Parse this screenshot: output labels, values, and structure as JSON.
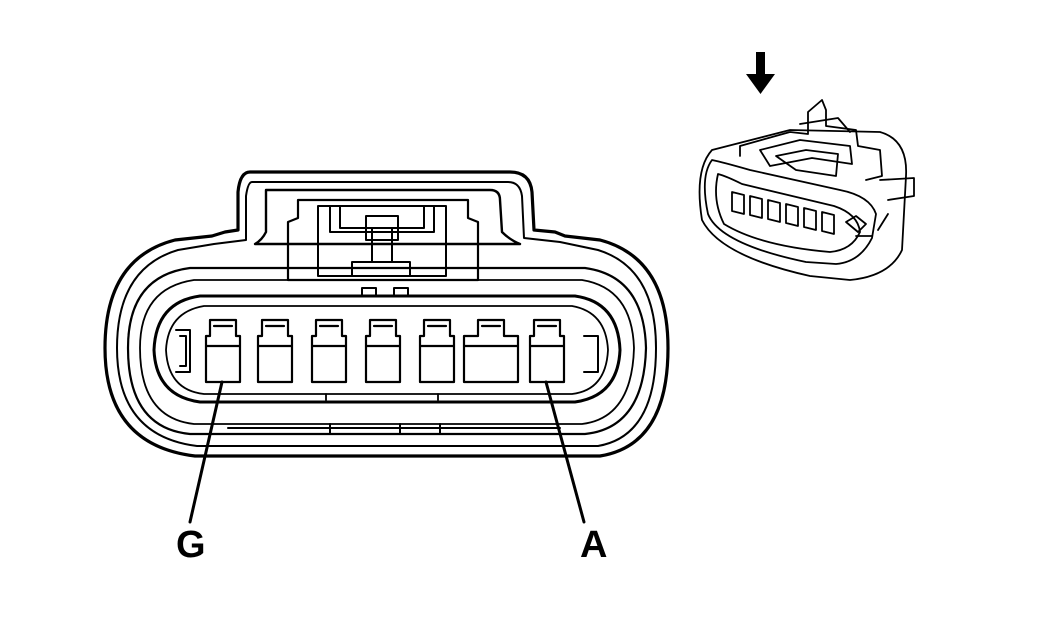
{
  "diagram": {
    "type": "connector-face-view",
    "cavity_count": 7,
    "callouts": [
      {
        "id": "pin-g",
        "text": "G",
        "target_cavity": 1
      },
      {
        "id": "pin-a",
        "text": "A",
        "target_cavity": 7
      }
    ],
    "icons": {
      "view_direction": "down-arrow-icon",
      "connector_isometric": "connector-isometric-icon"
    },
    "colors": {
      "line": "#000000",
      "background": "#ffffff"
    }
  }
}
